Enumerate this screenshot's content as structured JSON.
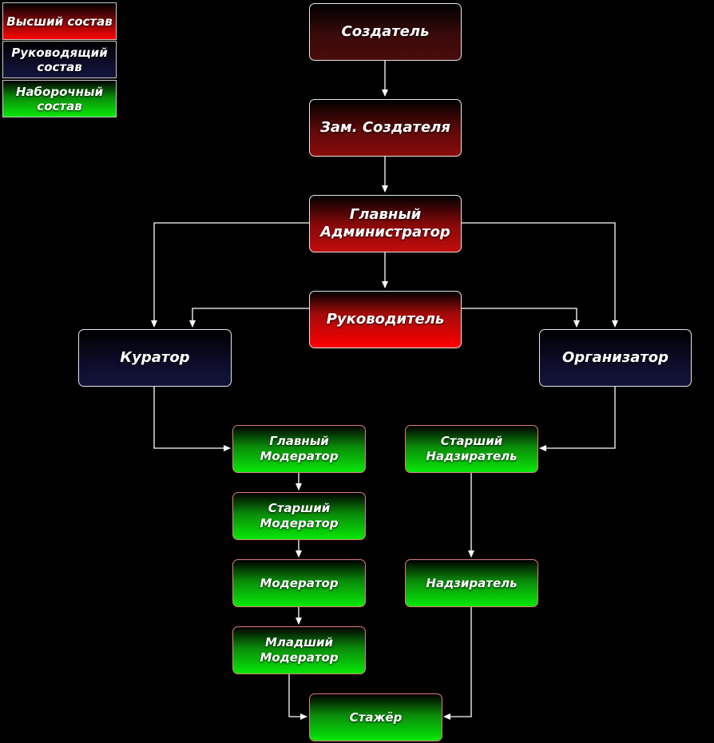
{
  "legend": {
    "senior": "Высший состав",
    "management": "Руководящий состав",
    "recruitment": "Наборочный состав"
  },
  "nodes": {
    "creator": "Создатель",
    "deputy_creator": "Зам. Создателя",
    "chief_admin": "Главный Администратор",
    "leader": "Руководитель",
    "curator": "Куратор",
    "organizer": "Организатор",
    "chief_moderator": "Главный Модератор",
    "senior_moderator": "Старший Модератор",
    "moderator": "Модератор",
    "junior_moderator": "Младший Модератор",
    "senior_overseer": "Старший Надзиратель",
    "overseer": "Надзиратель",
    "intern": "Стажёр"
  },
  "colors": {
    "senior": "#ff0000",
    "management": "#14143c",
    "recruitment": "#08e808",
    "background": "#000000",
    "connector": "#ffffff"
  }
}
